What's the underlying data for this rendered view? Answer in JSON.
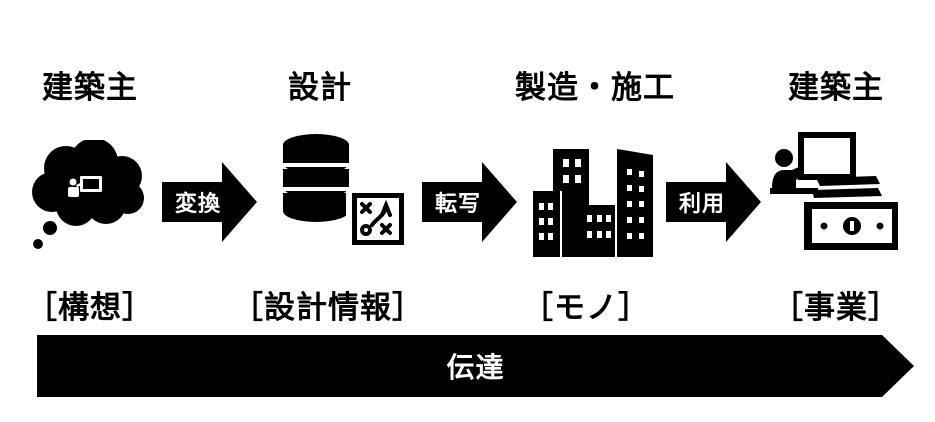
{
  "stages": [
    {
      "title": "建築主",
      "label": "［構想］"
    },
    {
      "title": "設計",
      "label": "［設計情報］"
    },
    {
      "title": "製造・施工",
      "label": "［モノ］"
    },
    {
      "title": "建築主",
      "label": "［事業］"
    }
  ],
  "steps": [
    "変換",
    "転写",
    "利用"
  ],
  "flow_label": "伝達",
  "icons": [
    "thought-cloud-icon",
    "database-strategy-icon",
    "buildings-icon",
    "presenter-money-icon"
  ],
  "colors": {
    "foreground": "#000000",
    "background": "#ffffff"
  }
}
